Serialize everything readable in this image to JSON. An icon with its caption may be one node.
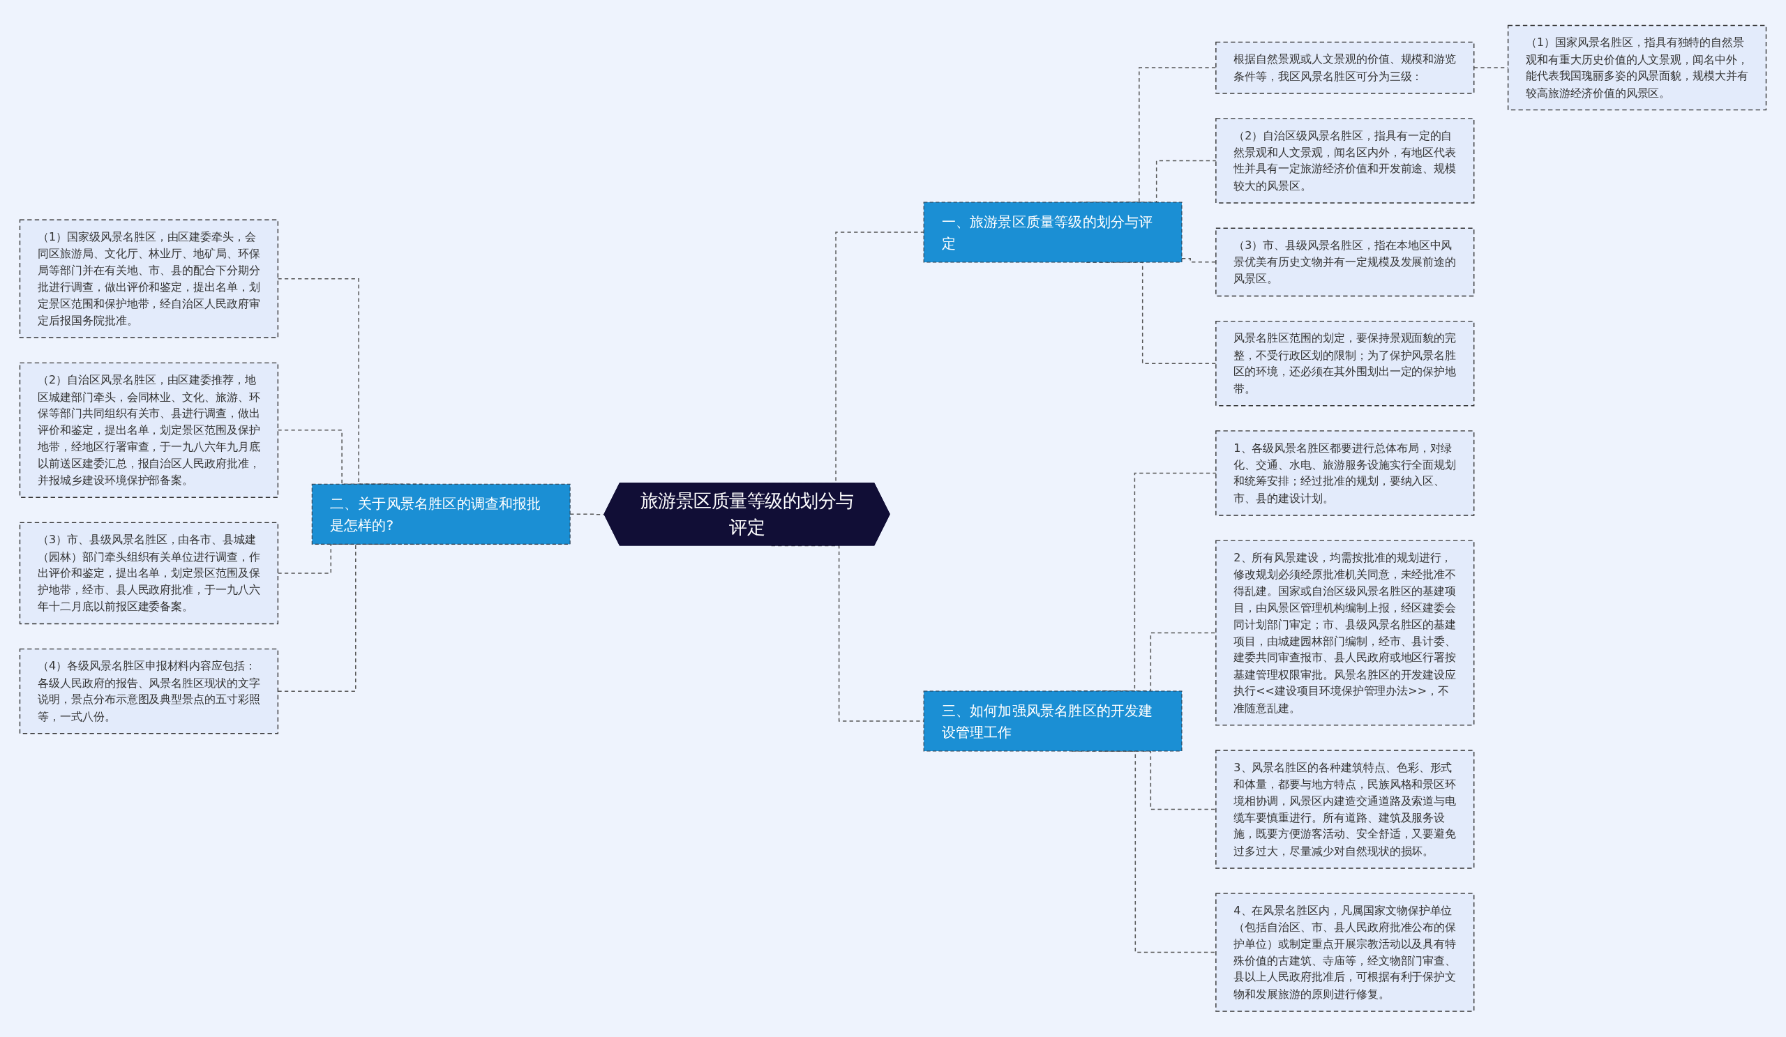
{
  "diagram": {
    "nodes": [
      {
        "text": [
          "旅游景区质量等级的划分与评定"
        ]
      },
      {
        "text": [
          "一、旅游景区质量等级的划分与评定"
        ]
      },
      {
        "text": [
          "根据自然景观或人文景观的价值、规模和游览条件等，我区风景名胜区可分为三级："
        ]
      },
      {
        "text": [
          "（1）国家风景名胜区，指具有独特的自然景观和有重大历史价值的人文景观，闻名中外，能代表我国瑰丽多姿的风景面貌，规模大并有较高旅游经济价值的风景区。"
        ]
      },
      {
        "text": [
          "（2）自治区级风景名胜区，指具有一定的自然景观和人文景观，闻名区内外，有地区代表性并具有一定旅游经济价值和开发前途、规模较大的风景区。"
        ]
      },
      {
        "text": [
          "（3）市、县级风景名胜区，指在本地区中风景优美有历史文物并有一定规模及发展前途的风景区。"
        ]
      },
      {
        "text": [
          "风景名胜区范围的划定，要保持景观面貌的完整，不受行政区划的限制；为了保护风景名胜区的环境，还必须在其外围划出一定的保护地带。"
        ]
      },
      {
        "text": [
          "二、关于风景名胜区的调查和报批是怎样的?"
        ]
      },
      {
        "text": [
          "（1）国家级风景名胜区，由区建委牵头，会同区旅游局、文化厅、林业厅、地矿局、环保局等部门并在有关地、市、县的配合下分期分批进行调查，做出评价和鉴定，提出名单，划定景区范围和保护地带，经自治区人民政府审定后报国务院批准。"
        ]
      },
      {
        "text": [
          "（2）自治区风景名胜区，由区建委推荐，地区城建部门牵头，会同林业、文化、旅游、环保等部门共同组织有关市、县进行调查，做出评价和鉴定，提出名单，划定景区范围及保护地带，经地区行署审查，于一九八六年九月底以前送区建委汇总，报自治区人民政府批准，并报城乡建设环境保护部备案。"
        ]
      },
      {
        "text": [
          "（3）市、县级风景名胜区，由各市、县城建（园林）部门牵头组织有关单位进行调查，作出评价和鉴定，提出名单，划定景区范围及保护地带，经市、县人民政府批准，于一九八六年十二月底以前报区建委备案。"
        ]
      },
      {
        "text": [
          "（4）各级风景名胜区申报材料内容应包括：各级人民政府的报告、风景名胜区现状的文字说明，景点分布示意图及典型景点的五寸彩照等，一式八份。"
        ]
      },
      {
        "text": [
          "三、如何加强风景名胜区的开发建设管理工作"
        ]
      },
      {
        "text": [
          "1、各级风景名胜区都要进行总体布局，对绿化、交通、水电、旅游服务设施实行全面规划和统筹安排；经过批准的规划，要纳入区、市、县的建设计划。"
        ]
      },
      {
        "text": [
          "2、所有风景建设，均需按批准的规划进行，修改规划必须经原批准机关同意，未经批准不得乱建。国家或自治区级风景名胜区的基建项目，由风景区管理机构编制上报，经区建委会同计划部门审定；市、县级风景名胜区的基建项目，由城建园林部门编制，经市、县计委、建委共同审查报市、县人民政府或地区行署按基建管理权限审批。风景名胜区的开发建设应执行<<建设项目环境保护管理办法>>，不准随意乱建。"
        ]
      },
      {
        "text": [
          "3、风景名胜区的各种建筑特点、色彩、形式和体量，都要与地方特点，民族风格和景区环境相协调，风景区内建造交通道路及索道与电缆车要慎重进行。所有道路、建筑及服务设施，既要方便游客活动、安全舒适，又要避免过多过大，尽量减少对自然现状的损坏。"
        ]
      },
      {
        "text": [
          "4、在风景名胜区内，凡属国家文物保护单位（包括自治区、市、县人民政府批准公布的保护单位）或制定重点开展宗教活动以及具有特殊价值的古建筑、寺庙等，经文物部门审查、县以上人民政府批准后，可根据有利于保护文物和发展旅游的原则进行修复。"
        ]
      }
    ],
    "edges": [
      {
        "from": 0,
        "to": 1,
        "arrow": "none",
        "style": "dashed"
      },
      {
        "from": 1,
        "to": 2,
        "arrow": "none",
        "style": "dashed"
      },
      {
        "from": 2,
        "to": 3,
        "arrow": "none",
        "style": "dashed"
      },
      {
        "from": 1,
        "to": 4,
        "arrow": "none",
        "style": "dashed"
      },
      {
        "from": 1,
        "to": 5,
        "arrow": "none",
        "style": "dashed"
      },
      {
        "from": 1,
        "to": 6,
        "arrow": "none",
        "style": "dashed"
      },
      {
        "from": 7,
        "to": 0,
        "arrow": "none",
        "style": "dashed"
      },
      {
        "from": 8,
        "to": 7,
        "arrow": "none",
        "style": "dashed"
      },
      {
        "from": 9,
        "to": 7,
        "arrow": "none",
        "style": "dashed"
      },
      {
        "from": 10,
        "to": 7,
        "arrow": "none",
        "style": "dashed"
      },
      {
        "from": 11,
        "to": 7,
        "arrow": "none",
        "style": "dashed"
      },
      {
        "from": 0,
        "to": 12,
        "arrow": "none",
        "style": "dashed"
      },
      {
        "from": 12,
        "to": 13,
        "arrow": "none",
        "style": "dashed"
      },
      {
        "from": 12,
        "to": 14,
        "arrow": "none",
        "style": "dashed"
      },
      {
        "from": 12,
        "to": 15,
        "arrow": "none",
        "style": "dashed"
      },
      {
        "from": 12,
        "to": 16,
        "arrow": "none",
        "style": "dashed"
      }
    ]
  }
}
